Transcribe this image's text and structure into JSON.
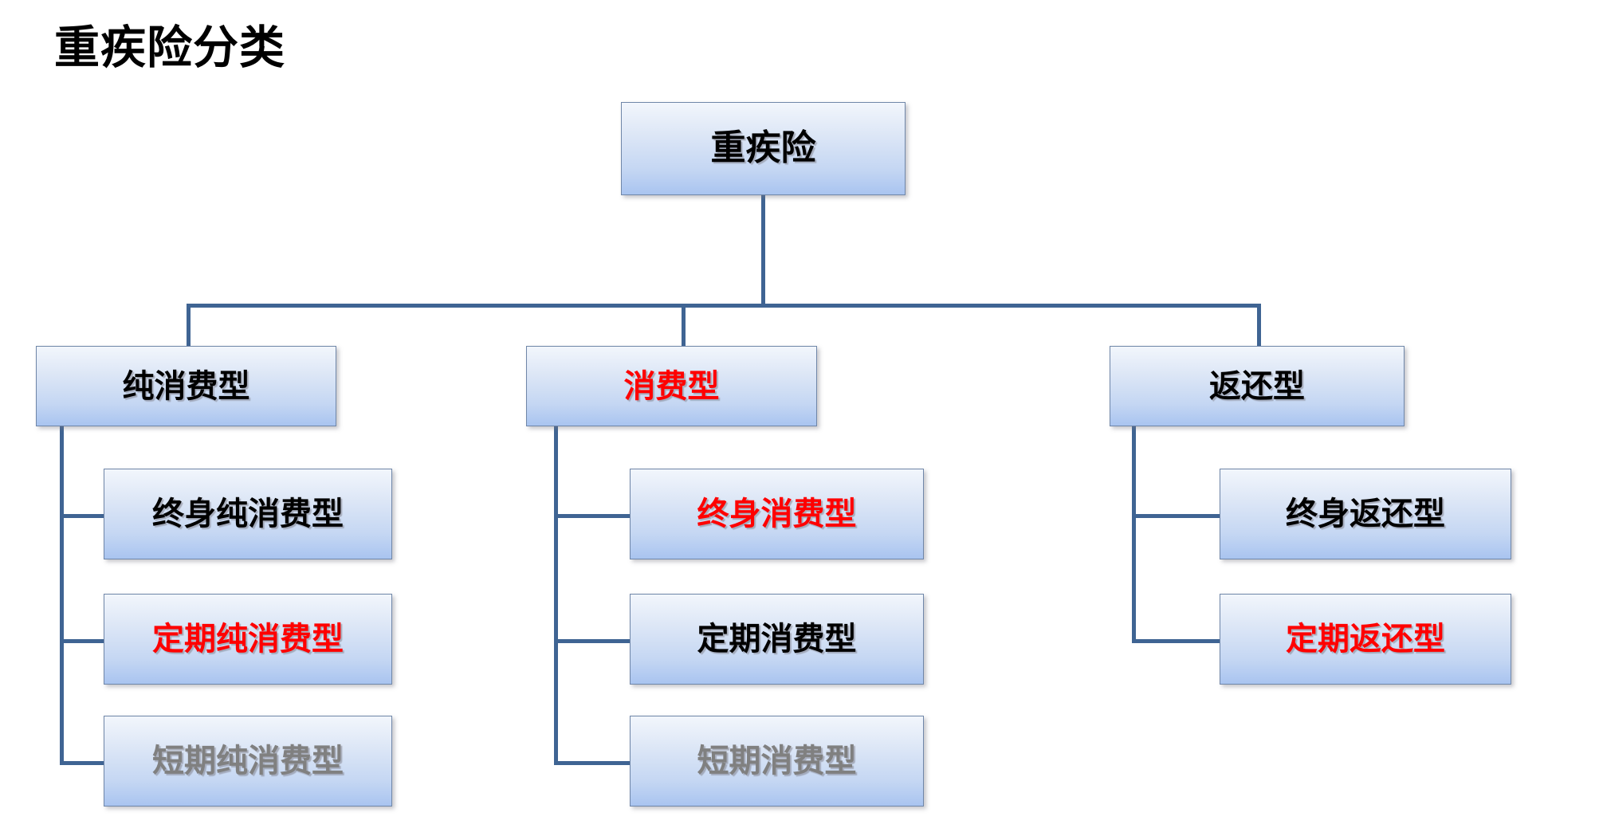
{
  "slide": {
    "title": "重疾险分类",
    "background_color": "#ffffff"
  },
  "palette": {
    "box_border": "#6f86a8",
    "box_gradient_top": "#f2f6fc",
    "box_gradient_bottom": "#a9c4f0",
    "connector": "#3f6493",
    "text_black": "#000000",
    "text_red": "#ff0000",
    "text_gray": "#808080"
  },
  "diagram": {
    "type": "tree",
    "root": {
      "label": "重疾险",
      "color": "#000000",
      "emphasis": "normal"
    },
    "branches": [
      {
        "label": "纯消费型",
        "color": "#000000",
        "emphasis": "normal",
        "children": [
          {
            "label": "终身纯消费型",
            "color": "#000000",
            "emphasis": "normal"
          },
          {
            "label": "定期纯消费型",
            "color": "#ff0000",
            "emphasis": "highlight"
          },
          {
            "label": "短期纯消费型",
            "color": "#808080",
            "emphasis": "muted"
          }
        ]
      },
      {
        "label": "消费型",
        "color": "#ff0000",
        "emphasis": "highlight",
        "children": [
          {
            "label": "终身消费型",
            "color": "#ff0000",
            "emphasis": "highlight"
          },
          {
            "label": "定期消费型",
            "color": "#000000",
            "emphasis": "normal"
          },
          {
            "label": "短期消费型",
            "color": "#808080",
            "emphasis": "muted"
          }
        ]
      },
      {
        "label": "返还型",
        "color": "#000000",
        "emphasis": "normal",
        "children": [
          {
            "label": "终身返还型",
            "color": "#000000",
            "emphasis": "normal"
          },
          {
            "label": "定期返还型",
            "color": "#ff0000",
            "emphasis": "highlight"
          }
        ]
      }
    ]
  }
}
